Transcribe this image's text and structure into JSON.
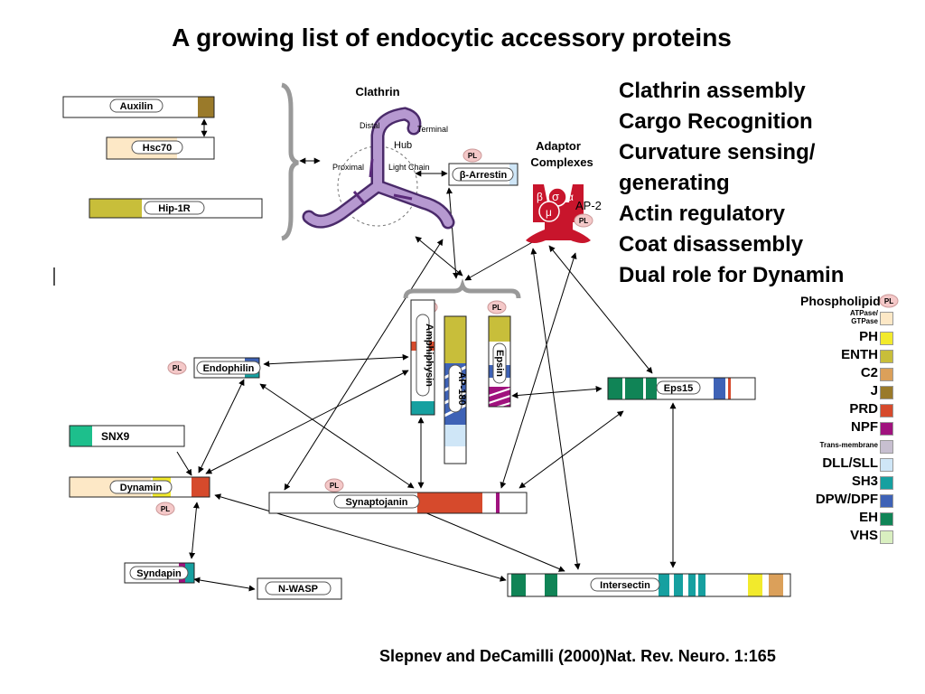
{
  "title": "A growing list of endocytic accessory proteins",
  "roles": [
    "Clathrin assembly",
    "Cargo Recognition",
    "Curvature sensing/",
    "generating",
    "Actin regulatory",
    "Coat disassembly",
    "Dual role for Dynamin"
  ],
  "citation": "Slepnev and DeCamilli (2000)Nat. Rev. Neuro. 1:165",
  "clathrin": {
    "title": "Clathrin",
    "labels": {
      "distal": "Distal",
      "terminal": "Terminal",
      "hub": "Hub",
      "proximal": "Proximal",
      "light_chain": "Light Chain"
    }
  },
  "adaptor": {
    "title_line1": "Adaptor",
    "title_line2": "Complexes",
    "complex": "AP-2",
    "subunit_sigma": "σ",
    "subunit_beta": "β",
    "subunit_alpha": "α",
    "subunit_mu": "μ"
  },
  "pl_badge": "PL",
  "proteins": {
    "auxilin": "Auxilin",
    "hsc70": "Hsc70",
    "hip1r": "Hip-1R",
    "arrestin": "β-Arrestin",
    "endophilin": "Endophilin",
    "amphiphysin": "Amphiphysin",
    "ap180": "AP-180",
    "epsin": "Epsin",
    "eps15": "Eps15",
    "snx9": "SNX9",
    "dynamin": "Dynamin",
    "synaptojanin": "Synaptojanin",
    "syndapin": "Syndapin",
    "nwasp": "N-WASP",
    "intersectin": "Intersectin"
  },
  "legend": {
    "title": "Phospholipid",
    "items": [
      {
        "label": "ATPase/",
        "label2": "GTPase",
        "color": "#fde8c6",
        "small": true
      },
      {
        "label": "PH",
        "color": "#f2ea2c"
      },
      {
        "label": "ENTH",
        "color": "#c8be3a"
      },
      {
        "label": "C2",
        "color": "#dba05a"
      },
      {
        "label": "J",
        "color": "#9a7a2a"
      },
      {
        "label": "PRD",
        "color": "#d64a2c"
      },
      {
        "label": "NPF",
        "color": "#a0127e"
      },
      {
        "label": "Trans-membrane",
        "color": "#c7bfd0",
        "small": true
      },
      {
        "label": "DLL/SLL",
        "color": "#cfe6f7"
      },
      {
        "label": "SH3",
        "color": "#16a0a0"
      },
      {
        "label": "DPW/DPF",
        "color": "#3e62b6"
      },
      {
        "label": "EH",
        "color": "#108456"
      },
      {
        "label": "VHS",
        "color": "#d9efc0"
      }
    ]
  }
}
